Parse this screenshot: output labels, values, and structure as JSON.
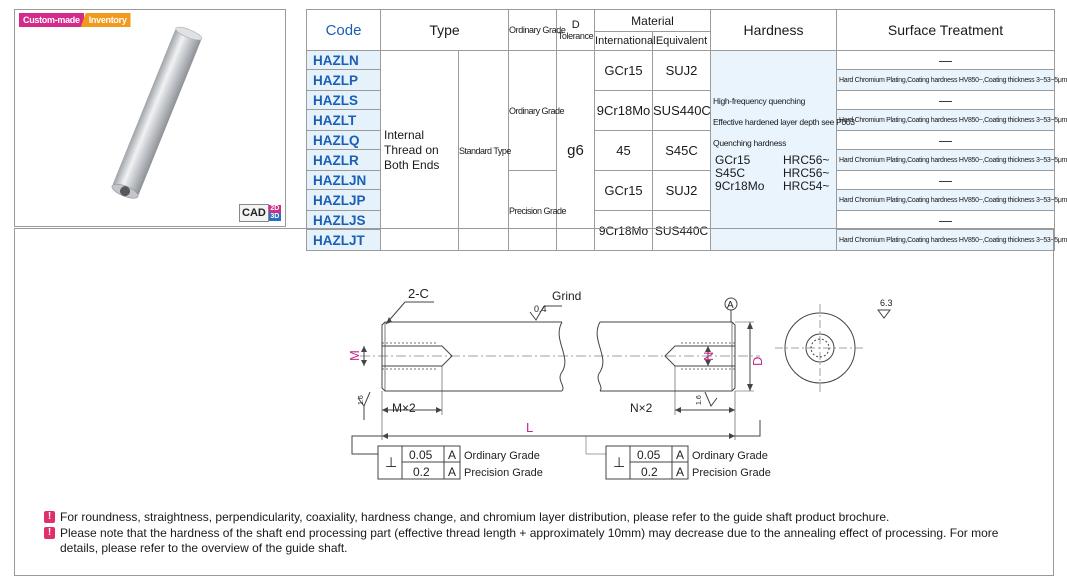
{
  "tags": {
    "custom": "Custom-made",
    "inventory": "Inventory"
  },
  "cad": {
    "label": "CAD",
    "d2": "2D",
    "d3": "3D"
  },
  "table": {
    "headers": {
      "code": "Code",
      "type": "Type",
      "ordinary_grade": "Ordinary Grade",
      "d": "D",
      "tolerance": "Tolerance",
      "material": "Material",
      "international": "International",
      "equivalent": "Equivalent",
      "hardness": "Hardness",
      "surface": "Surface Treatment"
    },
    "codes": [
      "HAZLN",
      "HAZLP",
      "HAZLS",
      "HAZLT",
      "HAZLQ",
      "HAZLR",
      "HAZLJN",
      "HAZLJP",
      "HAZLJS",
      "HAZLJT"
    ],
    "type_main": "Internal Thread on Both Ends",
    "type_sub": "Standard Type",
    "grade_ordinary": "Ordinary Grade",
    "grade_precision": "Precision Grade",
    "tolerance": "g6",
    "materials": [
      {
        "intl": "GCr15",
        "equiv": "SUJ2"
      },
      {
        "intl": "9Cr18Mo",
        "equiv": "SUS440C"
      },
      {
        "intl": "45",
        "equiv": "S45C"
      },
      {
        "intl": "GCr15",
        "equiv": "SUJ2"
      },
      {
        "intl": "9Cr18Mo",
        "equiv": "SUS440C"
      }
    ],
    "hardness": {
      "line1": "High-frequency quenching",
      "line2": "Effective hardened layer depth see P003",
      "line3": "Quenching hardness",
      "rows": [
        {
          "mat": "GCr15",
          "val": "HRC56~"
        },
        {
          "mat": "S45C",
          "val": "HRC56~"
        },
        {
          "mat": "9Cr18Mo",
          "val": "HRC54~"
        }
      ]
    },
    "surface_none": "—",
    "surface_chrome": "Hard Chromium Plating,Coating hardness HV850~,Coating thickness 3~53~5μm"
  },
  "drawing": {
    "chamfer": "2-C",
    "grind": "Grind",
    "roughness_grind": "0.4",
    "roughness_end": "6.3",
    "datum": "A",
    "m": "M",
    "n": "N",
    "d": "D",
    "mx2": "M×2",
    "nx2": "N×2",
    "l": "L",
    "finish_left": "1.6",
    "finish_right": "1.6",
    "perp_symbol": "⊥",
    "tol_ord": "0.05",
    "tol_prec": "0.2",
    "tol_datum": "A",
    "grade_ord": "Ordinary Grade",
    "grade_prec": "Precision Grade"
  },
  "notes": [
    "For roundness, straightness, perpendicularity, coaxiality, hardness change, and chromium layer distribution, please refer to the guide shaft product brochure.",
    "Please note that the hardness of the shaft end processing part (effective thread length + approximately 10mm) may decrease due to the annealing effect of processing. For more details, please refer to the overview of the guide shaft."
  ],
  "note_icon": "!"
}
